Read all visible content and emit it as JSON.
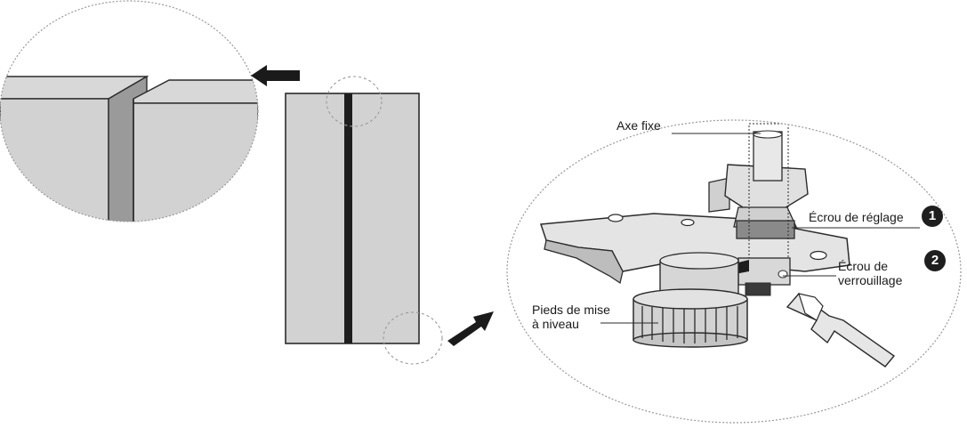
{
  "labels": {
    "fixed_axis": "Axe fixe",
    "adjust_nut": "Écrou de réglage",
    "lock_nut_line1": "Écrou de",
    "lock_nut_line2": "verrouillage",
    "feet_line1": "Pieds de mise",
    "feet_line2": "à niveau"
  },
  "badges": {
    "step1": "1",
    "step2": "2"
  },
  "colors": {
    "door_fill": "#d2d2d2",
    "gap_dark": "#1e1e1e",
    "metal_light": "#e6e6e6",
    "metal_mid": "#c8c8c8",
    "metal_dark": "#8a8a8a",
    "outline": "#2b2b2b"
  }
}
